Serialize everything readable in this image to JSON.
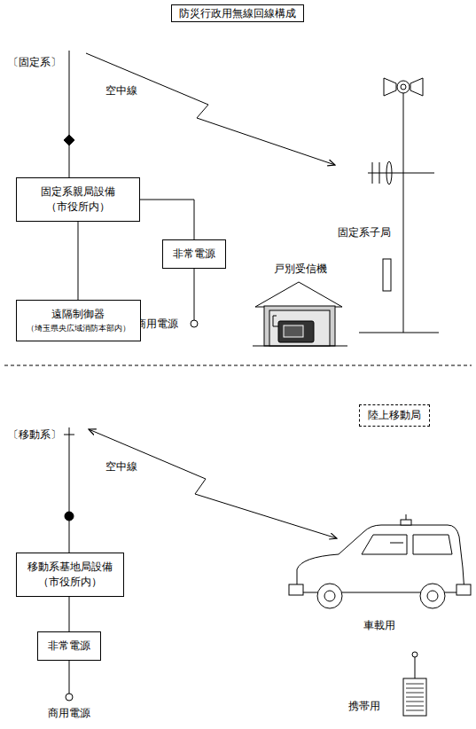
{
  "diagram": {
    "title": "防災行政用無線回線構成",
    "nodes": [
      {
        "text": [
          "固定系親局設備",
          "（市役所内）"
        ]
      },
      {
        "text": [
          "非常電源"
        ]
      },
      {
        "text": [
          "遠隔制御器",
          "（埼玉県央広域消防本部内）"
        ]
      },
      {
        "text": [
          "陸上移動局"
        ]
      },
      {
        "text": [
          "移動系基地局設備",
          "（市役所内）"
        ]
      },
      {
        "text": [
          "非常電源"
        ]
      }
    ],
    "edges": [
      {
        "from": 0,
        "to": 1,
        "arrow": "none"
      },
      {
        "from": 0,
        "to": 2,
        "arrow": "none"
      },
      {
        "from": 4,
        "to": 5,
        "arrow": "none"
      }
    ],
    "labels": [
      "〔固定系〕",
      "空中線",
      "固定系子局",
      "戸別受信機",
      "商用電源",
      "〔移動系〕",
      "空中線",
      "車載用",
      "携帯用",
      "商用電源"
    ]
  }
}
